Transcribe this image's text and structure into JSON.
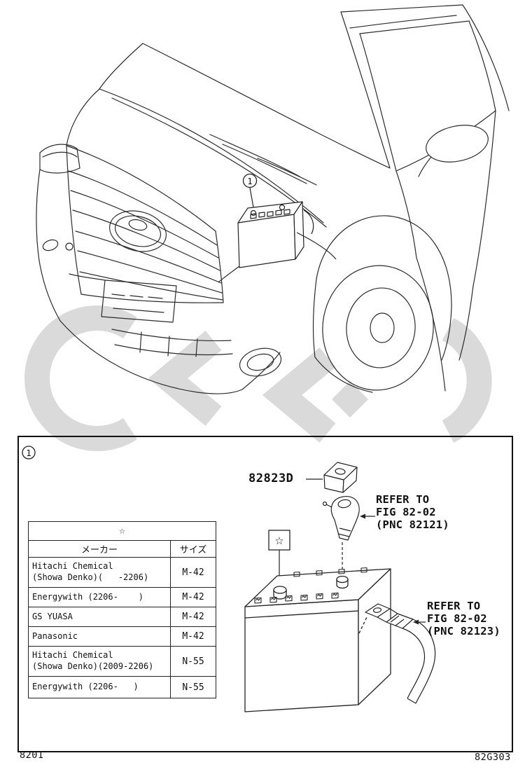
{
  "figure": {
    "callout_number": "1"
  },
  "detail_box": {
    "callout_number": "1",
    "part_number": "82823D",
    "star_symbol": "☆",
    "refer_note_1": "REFER TO\nFIG 82-02\n(PNC 82121)",
    "refer_note_2": "REFER TO\nFIG 82-02\n(PNC 82123)"
  },
  "table": {
    "title_star": "☆",
    "columns": {
      "maker": "メーカー",
      "size": "サイズ"
    },
    "rows": [
      {
        "maker": "Hitachi Chemical\n(Showa Denko)(   -2206)",
        "size": "M-42"
      },
      {
        "maker": "Energywith (2206-    )",
        "size": "M-42"
      },
      {
        "maker": "GS YUASA",
        "size": "M-42"
      },
      {
        "maker": "Panasonic",
        "size": "M-42"
      },
      {
        "maker": "Hitachi Chemical\n(Showa Denko)(2009-2206)",
        "size": "N-55"
      },
      {
        "maker": "Energywith (2206-   )",
        "size": "N-55"
      }
    ]
  },
  "footer": {
    "page_code": "8201",
    "figure_code": "82G303"
  }
}
